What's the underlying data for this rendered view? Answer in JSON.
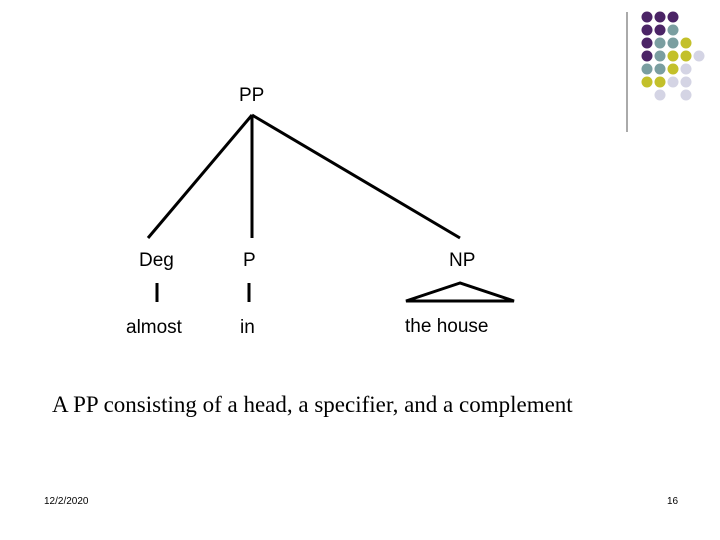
{
  "tree": {
    "root": "PP",
    "children": [
      {
        "category": "Deg",
        "word": "almost"
      },
      {
        "category": "P",
        "word": "in"
      },
      {
        "category": "NP",
        "word": "the house"
      }
    ]
  },
  "caption": "A PP consisting of a head, a specifier, and a complement",
  "footer": {
    "date": "12/2/2020",
    "page_number": "16"
  },
  "decoration": {
    "colors": {
      "purple": "#4b2466",
      "teal": "#7a9ea0",
      "olive": "#c3c02a",
      "lavender": "#d4d4e4"
    },
    "dot_pattern": [
      [
        "purple",
        "purple",
        "purple",
        "",
        ""
      ],
      [
        "purple",
        "purple",
        "teal",
        "",
        ""
      ],
      [
        "purple",
        "teal",
        "teal",
        "olive",
        ""
      ],
      [
        "purple",
        "teal",
        "olive",
        "olive",
        "lavender"
      ],
      [
        "teal",
        "teal",
        "olive",
        "lavender",
        ""
      ],
      [
        "olive",
        "olive",
        "lavender",
        "lavender",
        ""
      ],
      [
        "",
        "lavender",
        "",
        "lavender",
        ""
      ]
    ]
  }
}
